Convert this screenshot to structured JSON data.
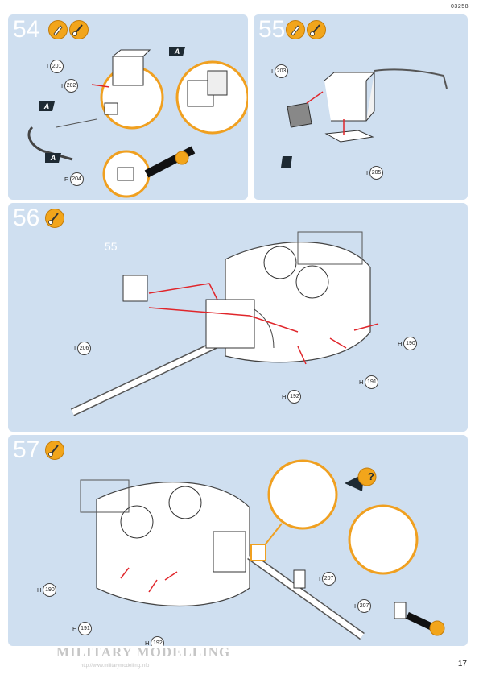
{
  "header": {
    "code": "03258"
  },
  "steps": {
    "s54": {
      "number": "54",
      "parts": {
        "p201_pre": "I",
        "p201": "201",
        "p202_pre": "I",
        "p202": "202",
        "p204_pre": "F",
        "p204": "204"
      },
      "flag": "A"
    },
    "s55": {
      "number": "55",
      "parts": {
        "p203_pre": "I",
        "p203": "203",
        "p205_pre": "I",
        "p205": "205"
      }
    },
    "s56": {
      "number": "56",
      "ref": "55",
      "parts": {
        "p206_pre": "I",
        "p206": "206",
        "p190_pre": "H",
        "p190": "190",
        "p191_pre": "H",
        "p191": "191",
        "p192_pre": "H",
        "p192": "192"
      }
    },
    "s57": {
      "number": "57",
      "hint_symbol": "?",
      "parts": {
        "p190_pre": "H",
        "p190": "190",
        "p191_pre": "H",
        "p191": "191",
        "p192_pre": "H",
        "p192": "192",
        "p207a_pre": "I",
        "p207a": "207",
        "p207b_pre": "I",
        "p207b": "207"
      }
    }
  },
  "footer": {
    "page_number": "17",
    "watermark": "MILITARY MODELLING",
    "watermark_url": "http://www.militarymodelling.info"
  },
  "colors": {
    "panel": "#cfdff0",
    "accent": "#f2a51b",
    "arrow": "#e0262b"
  },
  "icons": [
    "glue-tube-icon",
    "paint-brush-icon"
  ]
}
